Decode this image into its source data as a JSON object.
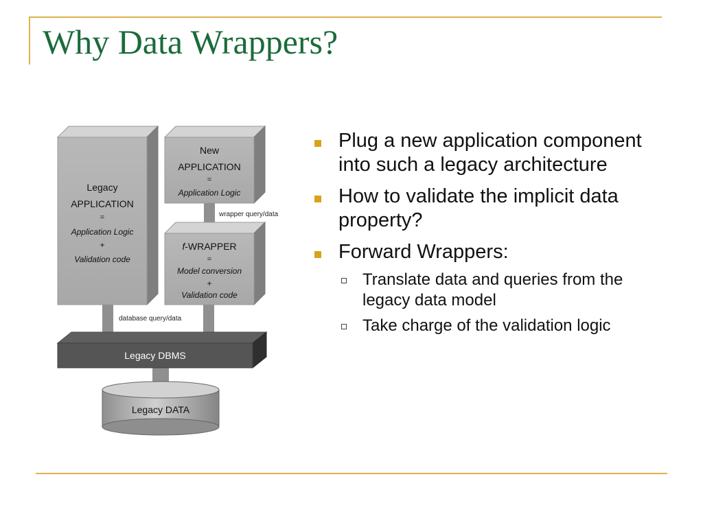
{
  "slide": {
    "title": "Why Data Wrappers?",
    "accent_color": "#e0b24a",
    "title_color": "#1b6b3a",
    "bullet_color": "#d8a31a"
  },
  "diagram": {
    "legacy_app": {
      "line1": "Legacy",
      "line2": "APPLICATION",
      "line3": "=",
      "line4": "Application Logic",
      "line5": "+",
      "line6": "Validation code"
    },
    "new_app": {
      "line1": "New",
      "line2": "APPLICATION",
      "line3": "=",
      "line4": "Application Logic"
    },
    "wrapper": {
      "prefix": "f",
      "line1": "-WRAPPER",
      "line2": "=",
      "line3": "Model conversion",
      "line4": "+",
      "line5": "Validation code"
    },
    "labels": {
      "wrapper_query": "wrapper query/data",
      "database_query": "database query/data"
    },
    "dbms": {
      "label": "Legacy DBMS"
    },
    "data": {
      "label": "Legacy DATA"
    }
  },
  "bullets": [
    {
      "text": "Plug a new application component into such a legacy architecture"
    },
    {
      "text": "How to validate the implicit data property?"
    },
    {
      "text": "Forward Wrappers:",
      "sub": [
        "Translate data and queries from the legacy data model",
        "Take charge of the validation logic"
      ]
    }
  ]
}
